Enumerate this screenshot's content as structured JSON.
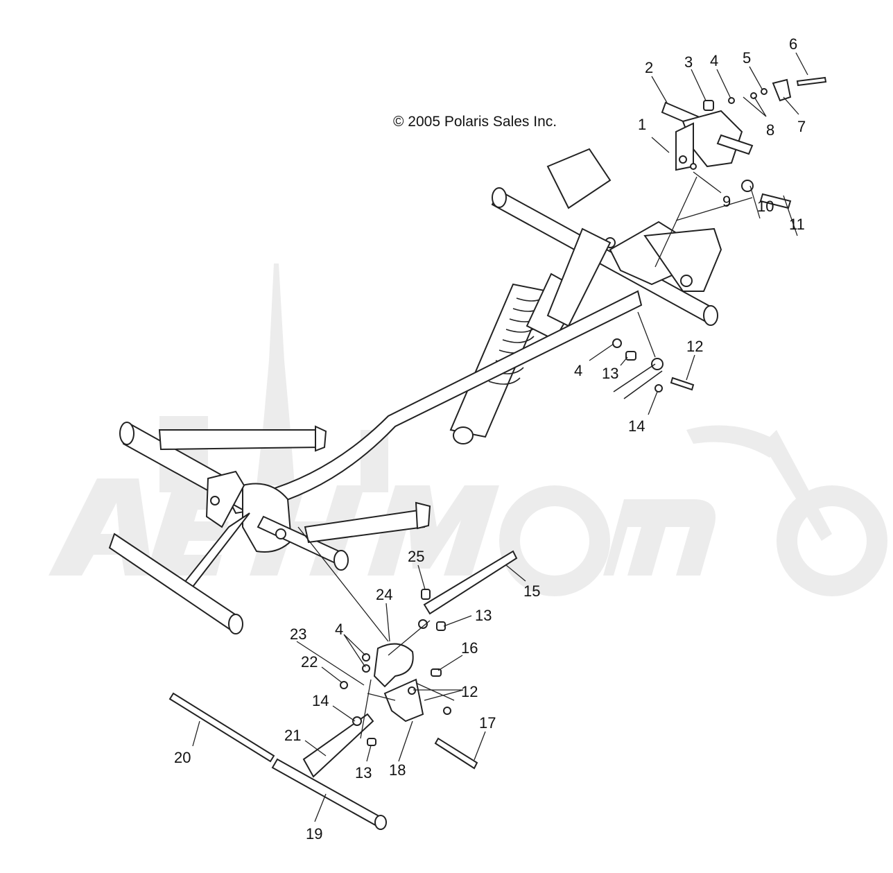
{
  "copyright": "© 2005 Polaris Sales Inc.",
  "callouts": [
    {
      "id": "c1",
      "text": "1"
    },
    {
      "id": "c2",
      "text": "2"
    },
    {
      "id": "c3",
      "text": "3"
    },
    {
      "id": "c4a",
      "text": "4"
    },
    {
      "id": "c5",
      "text": "5"
    },
    {
      "id": "c6",
      "text": "6"
    },
    {
      "id": "c7",
      "text": "7"
    },
    {
      "id": "c8",
      "text": "8"
    },
    {
      "id": "c9",
      "text": "9"
    },
    {
      "id": "c10",
      "text": "10"
    },
    {
      "id": "c11",
      "text": "11"
    },
    {
      "id": "c12a",
      "text": "12"
    },
    {
      "id": "c4b",
      "text": "4"
    },
    {
      "id": "c13a",
      "text": "13"
    },
    {
      "id": "c14a",
      "text": "14"
    },
    {
      "id": "c25",
      "text": "25"
    },
    {
      "id": "c15",
      "text": "15"
    },
    {
      "id": "c24",
      "text": "24"
    },
    {
      "id": "c13b",
      "text": "13"
    },
    {
      "id": "c4c",
      "text": "4"
    },
    {
      "id": "c23",
      "text": "23"
    },
    {
      "id": "c16",
      "text": "16"
    },
    {
      "id": "c22",
      "text": "22"
    },
    {
      "id": "c12b",
      "text": "12"
    },
    {
      "id": "c14b",
      "text": "14"
    },
    {
      "id": "c17",
      "text": "17"
    },
    {
      "id": "c21",
      "text": "21"
    },
    {
      "id": "c20",
      "text": "20"
    },
    {
      "id": "c13c",
      "text": "13"
    },
    {
      "id": "c18",
      "text": "18"
    },
    {
      "id": "c19",
      "text": "19"
    }
  ]
}
